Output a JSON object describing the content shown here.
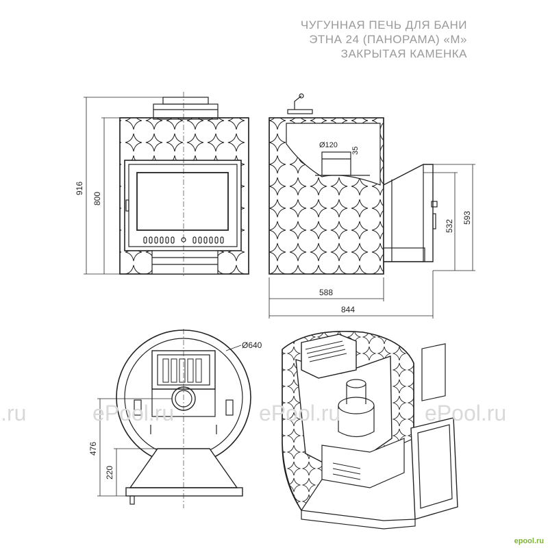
{
  "title": {
    "line1": "ЧУГУННАЯ ПЕЧЬ ДЛЯ БАНИ",
    "line2": "ЭТНА 24 (ПАНОРАМА) «М»",
    "line3": "ЗАКРЫТАЯ КАМЕНКА"
  },
  "dimensions": {
    "total_height": "916",
    "body_height": "800",
    "pipe_diameter": "Ø120",
    "pipe_offset": "35",
    "door_height": "532",
    "door_total_height": "593",
    "body_depth": "588",
    "total_depth": "844",
    "body_diameter": "Ø640",
    "pipe_height_bottom": "476",
    "firebox_height": "220"
  },
  "watermarks": [
    "l.ru",
    "ePool.ru",
    "ePool.ru",
    "ePool.ru"
  ],
  "logo": "epool.ru",
  "colors": {
    "line": "#222222",
    "title": "#9a9a9a",
    "watermark": "#d9d9d9",
    "logo": "#7fb23a"
  }
}
